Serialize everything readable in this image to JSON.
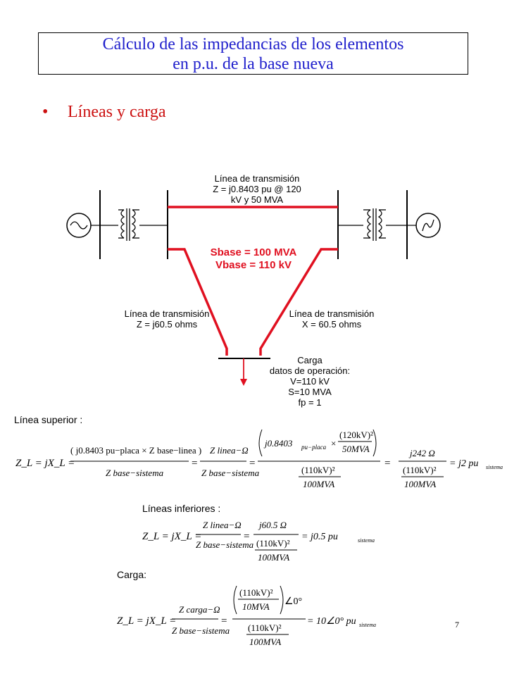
{
  "title": {
    "line1": "Cálculo de las impedancias de los elementos",
    "line2": "en p.u. de la base nueva"
  },
  "bullet": {
    "glyph": "•",
    "text": "Líneas y carga"
  },
  "diagram": {
    "top_line_label": [
      "Línea de transmisión",
      "Z = j0.8403 pu @ 120",
      "kV y 50 MVA"
    ],
    "base_label": [
      "Sbase = 100 MVA",
      "Vbase = 110 kV"
    ],
    "left_line_label": [
      "Línea de transmisión",
      "Z = j60.5 ohms"
    ],
    "right_line_label": [
      "Línea de transmisión",
      "X = 60.5 ohms"
    ],
    "load_label": [
      "Carga",
      "datos de operación:",
      "V=110 kV",
      "S=10 MVA",
      "fp = 1"
    ],
    "red": "#e01020"
  },
  "sections": {
    "upper": "Línea   superior :",
    "lower": "Líneas  inferiores :",
    "load": "Carga:"
  },
  "equations": {
    "upper": {
      "lhs": "Z_L = jX_L =",
      "f1_num": "( j0.8403 pu−placa × Z base−linea )",
      "f1_den": "Z base−sistema",
      "f2_num": "Z linea−Ω",
      "f2_den": "Z base−sistema",
      "f3_num_a": "j0.8403",
      "f3_num_sub": "pu−placa",
      "f3_num_b": "(120kV)²",
      "f3_num_c": "50MVA",
      "f3_den_a": "(110kV)²",
      "f3_den_b": "100MVA",
      "f4_num": "j242 Ω",
      "f4_den_a": "(110kV)²",
      "f4_den_b": "100MVA",
      "result": "= j2 pu",
      "result_sub": "sistema"
    },
    "lower": {
      "lhs": "Z_L = jX_L =",
      "f1_num": "Z linea−Ω",
      "f1_den": "Z base−sistema",
      "f2_num": "j60.5 Ω",
      "f2_den_a": "(110kV)²",
      "f2_den_b": "100MVA",
      "result": "= j0.5 pu",
      "result_sub": "sistema"
    },
    "load": {
      "lhs": "Z_L = jX_L =",
      "f1_num": "Z carga−Ω",
      "f1_den": "Z base−sistema",
      "f2_num_a": "(110kV)²",
      "f2_num_b": "10MVA",
      "f2_angle": "∠0°",
      "f2_den_a": "(110kV)²",
      "f2_den_b": "100MVA",
      "result": "= 10∠0° pu",
      "result_sub": "sistema"
    }
  },
  "page_number": "7"
}
